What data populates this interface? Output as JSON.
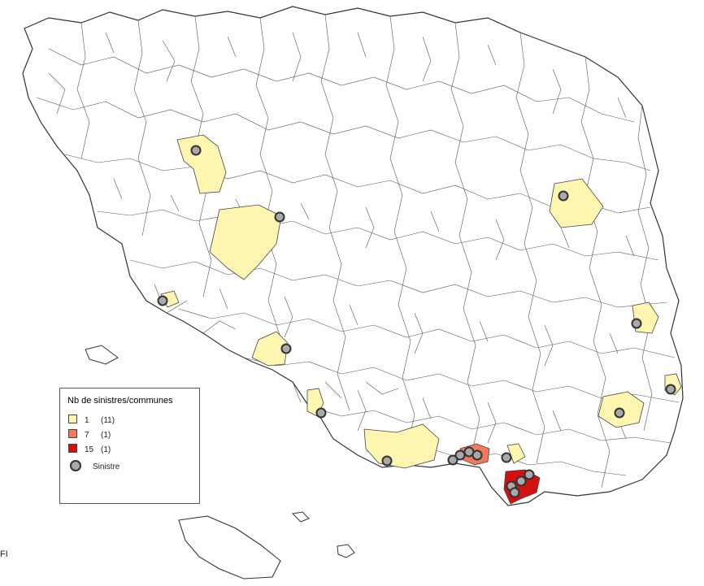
{
  "legend": {
    "title": "Nb de sinistres/communes",
    "classes": [
      {
        "value": "1",
        "count": "(11)",
        "color": "#fdf5b0"
      },
      {
        "value": "7",
        "count": "(1)",
        "color": "#f07a5a"
      },
      {
        "value": "15",
        "count": "(1)",
        "color": "#d40f0f"
      }
    ],
    "point_label": "Sinistre"
  },
  "edge_text": "FI",
  "colors": {
    "boundary": "#333333",
    "background": "#ffffff",
    "marker_fill": "#a9a9a9",
    "marker_stroke": "#333333"
  }
}
